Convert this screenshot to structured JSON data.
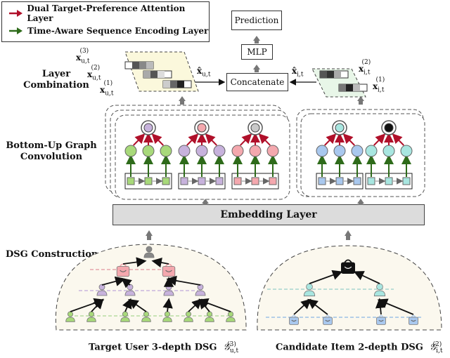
{
  "legend": {
    "items": [
      {
        "label": "Dual Target-Preference Attention Layer",
        "color": "#b0102a"
      },
      {
        "label": "Time-Aware Sequence Encoding Layer",
        "color": "#2e6b1a"
      }
    ]
  },
  "labels": {
    "layer_combination": "Layer Combination",
    "bottom_up": "Bottom-Up Graph Convolution",
    "dsg_construction": "DSG Construction"
  },
  "boxes": {
    "prediction": "Prediction",
    "mlp": "MLP",
    "concatenate": "Concatenate",
    "embedding": "Embedding Layer"
  },
  "math": {
    "xu3": "x",
    "xu_sub": "u,t",
    "xu2": "x",
    "xu1": "x",
    "sup3": "(3)",
    "sup2": "(2)",
    "sup1": "(1)",
    "xhat_u": "x̂",
    "xhat_u_sub": "u,t",
    "xhat_i": "x̂",
    "xhat_i_sub": "i,t",
    "xi2": "x",
    "xi1": "x",
    "xi_sub": "i,t"
  },
  "captions": {
    "user": "Target User 3-depth DSG",
    "user_symbol": "𝒢",
    "user_sub": "u,t",
    "user_sup": "(3)",
    "item": "Candidate Item 2-depth DSG",
    "item_symbol": "𝒢",
    "item_sub": "i,t",
    "item_sup": "(2)"
  },
  "colors": {
    "red_arrow": "#b0102a",
    "green_arrow": "#2e6b1a",
    "green_node": "#a8d97a",
    "purple_node": "#c7b2dc",
    "pink_node": "#f4a8ae",
    "blue_node": "#a9c8ee",
    "cyan_node": "#a8e6e0",
    "panel_yellow": "#fbf8dc",
    "panel_green": "#e8f6e8",
    "embedding_gray": "#dcdcdc"
  }
}
